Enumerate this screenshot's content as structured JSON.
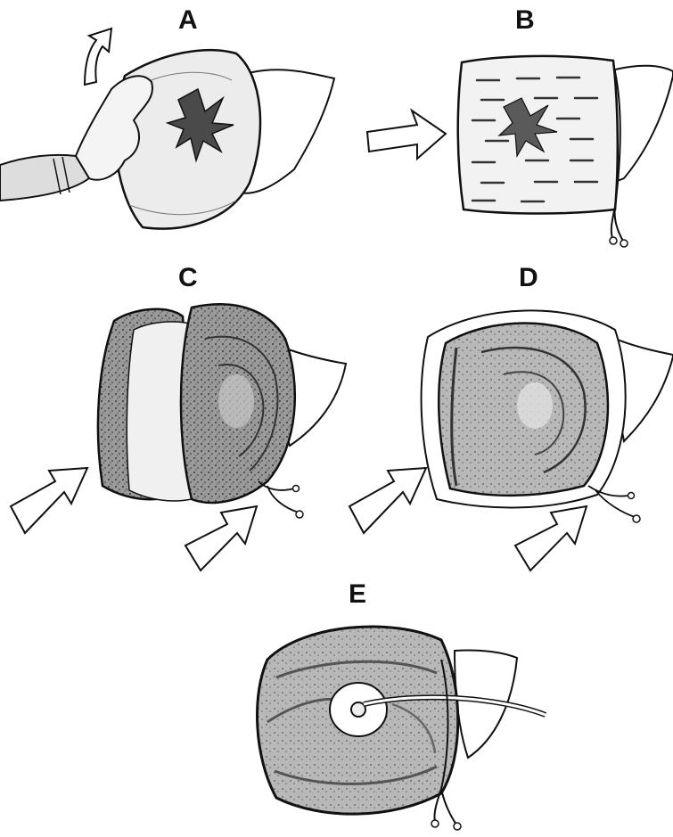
{
  "panels": [
    {
      "id": "A",
      "label": "A"
    },
    {
      "id": "B",
      "label": "B"
    },
    {
      "id": "C",
      "label": "C"
    },
    {
      "id": "D",
      "label": "D"
    },
    {
      "id": "E",
      "label": "E"
    }
  ],
  "colors": {
    "ink": "#111111",
    "light_fill": "#e8e8e8",
    "sponge_dark": "#5a5a5a",
    "sponge_mid": "#8c8c8c",
    "sponge_light": "#c8c8c8",
    "paper": "#ffffff"
  }
}
